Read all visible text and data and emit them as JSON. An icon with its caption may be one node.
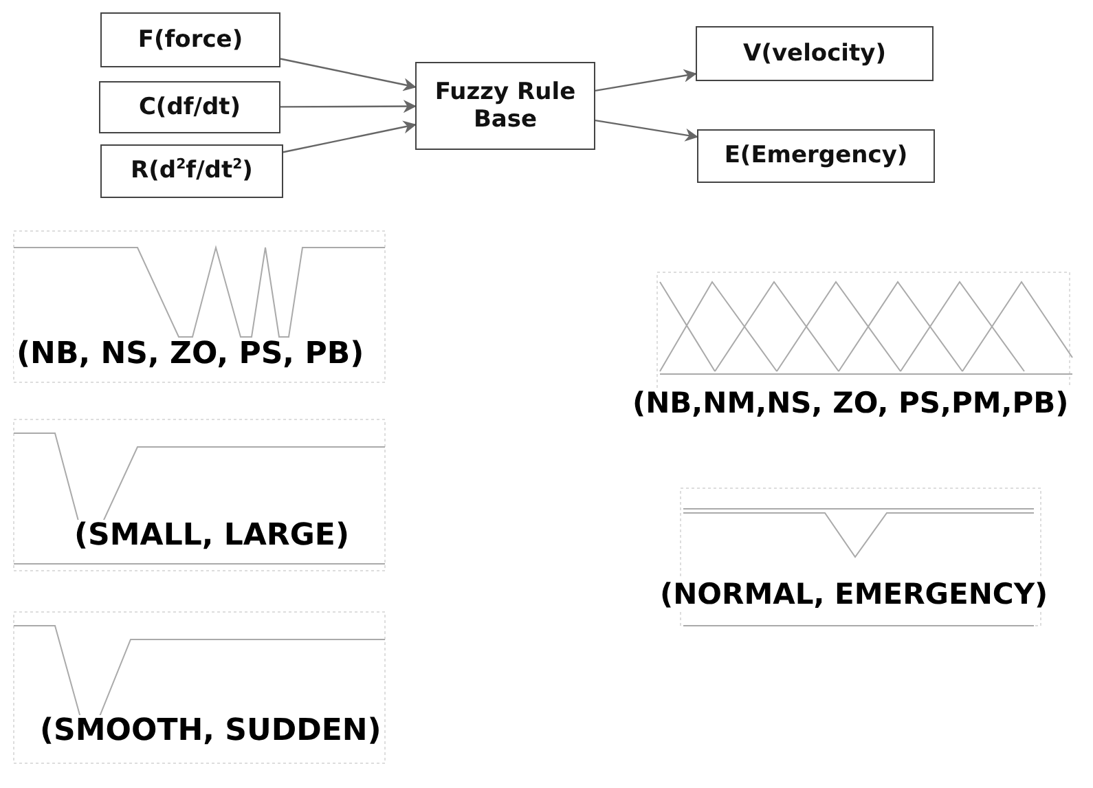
{
  "diagram": {
    "nodes": [
      {
        "text": [
          "F(force)"
        ]
      },
      {
        "text": [
          "C(df/dt)"
        ]
      },
      {
        "text": [
          "R(d$^{2}$f/dt$^{2}$)"
        ]
      },
      {
        "text": [
          "Fuzzy Rule Base"
        ]
      },
      {
        "text": [
          "V(velocity)"
        ]
      },
      {
        "text": [
          "E(Emergency)"
        ]
      }
    ],
    "edges": [
      {
        "from": 0,
        "to": 3,
        "arrow": "to"
      },
      {
        "from": 1,
        "to": 3,
        "arrow": "to"
      },
      {
        "from": 2,
        "to": 3,
        "arrow": "to"
      },
      {
        "from": 3,
        "to": 4,
        "arrow": "to"
      },
      {
        "from": 3,
        "to": 5,
        "arrow": "to"
      }
    ],
    "labels": [
      "(NB, NS, ZO, PS, PB)",
      "(NB,NM,NS, ZO, PS,PM,PB)",
      "(SMALL, LARGE)",
      "(NORMAL, EMERGENCY)",
      "(SMOOTH, SUDDEN)"
    ]
  }
}
